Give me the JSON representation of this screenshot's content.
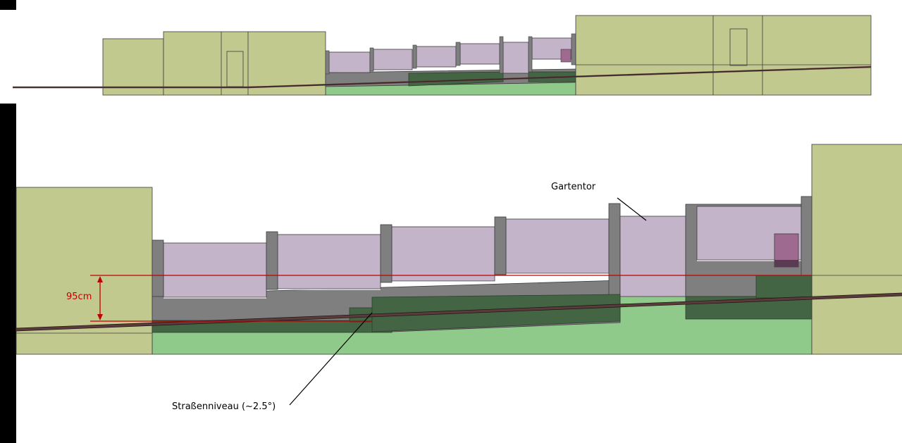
{
  "labels": {
    "gate": "Gartentor",
    "street": "Straßenniveau (~2.5°)",
    "height": "95cm"
  },
  "colors": {
    "building": "#c2c98f",
    "wall": "#7f7f7f",
    "panel": "#c3b4c9",
    "hedge": "#436544",
    "lawn": "#8fca8a",
    "road": "#5a3a3a",
    "dimension": "#c00000",
    "mailbox": "#9e6a90",
    "outline": "#3c3c3c"
  }
}
